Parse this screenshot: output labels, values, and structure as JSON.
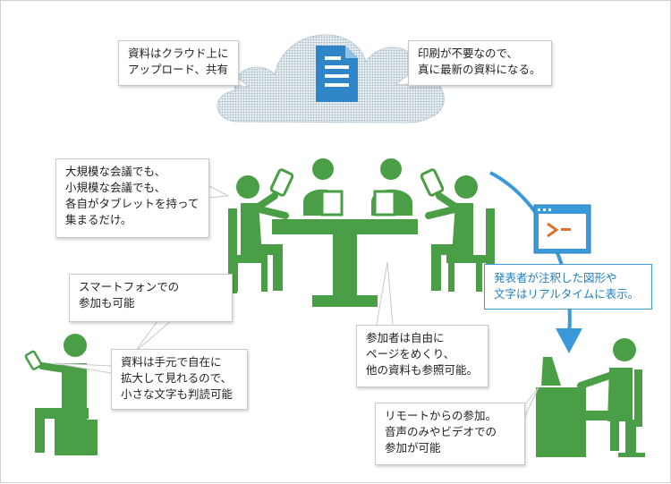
{
  "colors": {
    "figure_green": "#4a9e45",
    "cloud_gray": "#cdd9e0",
    "document_blue": "#2e86c8",
    "accent_blue": "#3a9ad9",
    "terminal_orange": "#e3702a"
  },
  "icons": {
    "cloud": "cloud-icon",
    "document": "document-icon",
    "terminal": "terminal-window-icon"
  },
  "bubbles": {
    "cloud_left": {
      "lines": [
        "資料はクラウド上に",
        "アップロード、共有"
      ]
    },
    "cloud_right": {
      "lines": [
        "印刷が不要なので、",
        "真に最新の資料になる。"
      ]
    },
    "meeting": {
      "lines": [
        "大規模な会議でも、",
        "小規模な会議でも、",
        "各自がタブレットを持って",
        "集まるだけ。"
      ]
    },
    "smartphone": {
      "lines": [
        "スマートフォンでの",
        "参加も可能"
      ]
    },
    "handheld": {
      "lines": [
        "資料は手元で自在に",
        "拡大して見れるので、",
        "小さな文字も判読可能"
      ]
    },
    "participants": {
      "lines": [
        "参加者は自由に",
        "ページをめくり、",
        "他の資料も参照可能。"
      ]
    },
    "remote": {
      "lines": [
        "リモートからの参加。",
        "音声のみやビデオでの",
        "参加が可能"
      ]
    }
  },
  "presenter_note": {
    "lines": [
      "発表者が注釈した図形や",
      "文字はリアルタイムに表示。"
    ]
  }
}
